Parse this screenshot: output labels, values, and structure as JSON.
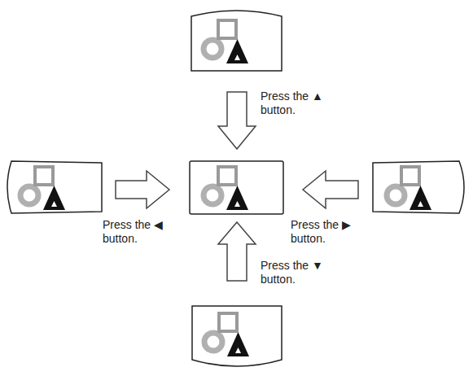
{
  "diagram": {
    "labels": [
      "Press the ▲ button.",
      "Press the ◀ button.",
      "Press the ▶ button.",
      "Press the ▼ button."
    ]
  }
}
